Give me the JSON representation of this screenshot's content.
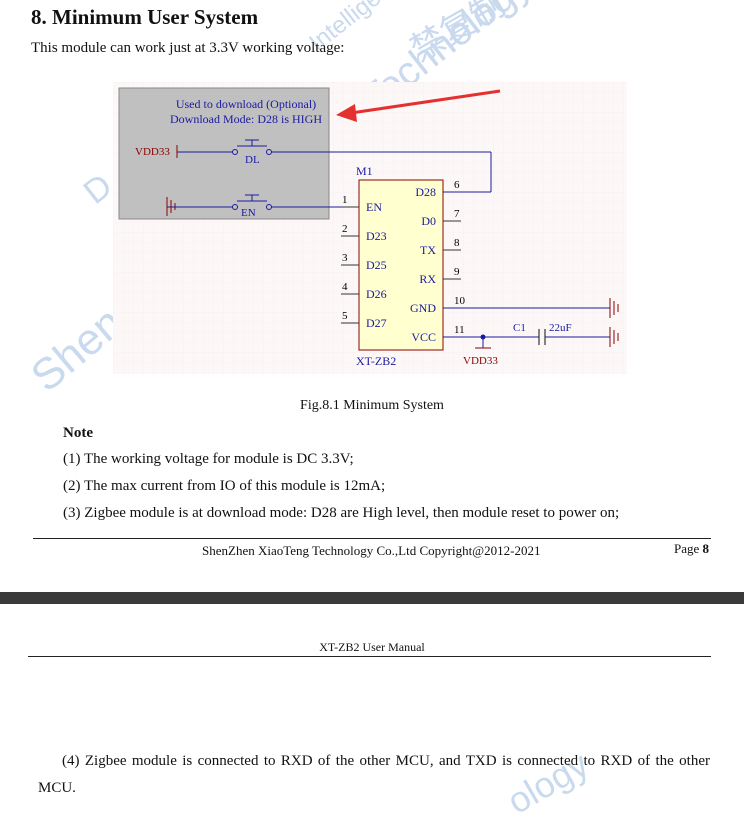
{
  "section": {
    "title": "8. Minimum User System",
    "intro": "This module can work just at 3.3V working voltage:"
  },
  "watermark": {
    "texts": [
      "Technology",
      "禁复制",
      "Intelligence",
      "Shen",
      "D",
      "ology"
    ]
  },
  "schematic": {
    "box_line1": "Used to download (Optional)",
    "box_line2": "Download Mode: D28 is HIGH",
    "vdd_left": "VDD33",
    "btn_dl": "DL",
    "btn_en": "EN",
    "module_ref": "M1",
    "module_name": "XT-ZB2",
    "left_pins": [
      {
        "num": "1",
        "name": "EN"
      },
      {
        "num": "2",
        "name": "D23"
      },
      {
        "num": "3",
        "name": "D25"
      },
      {
        "num": "4",
        "name": "D26"
      },
      {
        "num": "5",
        "name": "D27"
      }
    ],
    "right_pins": [
      {
        "num": "6",
        "name": "D28"
      },
      {
        "num": "7",
        "name": "D0"
      },
      {
        "num": "8",
        "name": "TX"
      },
      {
        "num": "9",
        "name": "RX"
      },
      {
        "num": "10",
        "name": "GND"
      },
      {
        "num": "11",
        "name": "VCC"
      }
    ],
    "cap_ref": "C1",
    "cap_value": "22uF",
    "vdd_bottom": "VDD33",
    "colors": {
      "arrow": "#e53030",
      "wire": "#1a1aa0",
      "label": "#8b0000",
      "box": "#c0c0c0",
      "module": "#ffffd0"
    }
  },
  "caption": "Fig.8.1 Minimum System",
  "note": {
    "heading": "Note",
    "items": [
      "(1) The working voltage for module is DC 3.3V;",
      "(2) The max current from IO of this module is 12mA;",
      "(3) Zigbee module is at download mode: D28 are High level, then module reset to power on;"
    ]
  },
  "footer": {
    "company": "ShenZhen XiaoTeng Technology Co.,Ltd    Copyright@2012-2021",
    "page_label": "Page ",
    "page_number": "8"
  },
  "next_page": {
    "header": "XT-ZB2 User Manual",
    "paragraph": "(4) Zigbee module is connected to RXD of the other MCU, and TXD is connected to RXD of the other MCU."
  }
}
